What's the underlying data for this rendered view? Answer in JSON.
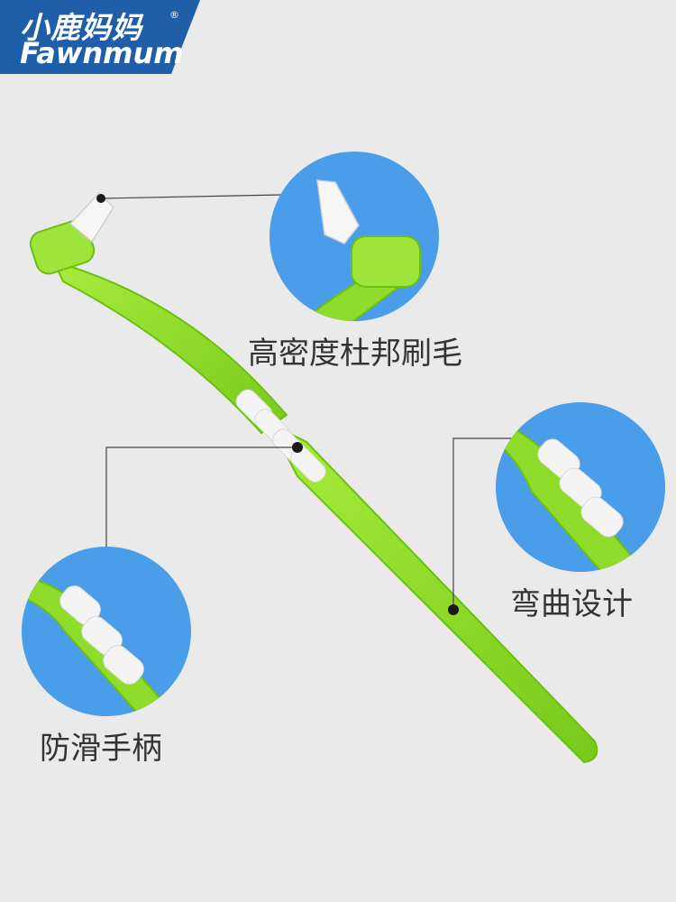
{
  "brand": {
    "name_cn": "小鹿妈妈",
    "name_en": "Fawnmum",
    "registered_mark": "®",
    "color": "#1f5ea8"
  },
  "features": [
    {
      "label": "高密度杜邦刷毛",
      "icon": "bristle-head-detail"
    },
    {
      "label": "弯曲设计",
      "icon": "curved-neck-detail"
    },
    {
      "label": "防滑手柄",
      "icon": "grip-handle-detail"
    }
  ],
  "colors": {
    "background": "#eaeaea",
    "handle_green": "#8fdc2a",
    "handle_green_dark": "#6cc012",
    "circle_blue": "#4a9de8",
    "grip_white": "#f4f4f4",
    "text": "#333333"
  }
}
